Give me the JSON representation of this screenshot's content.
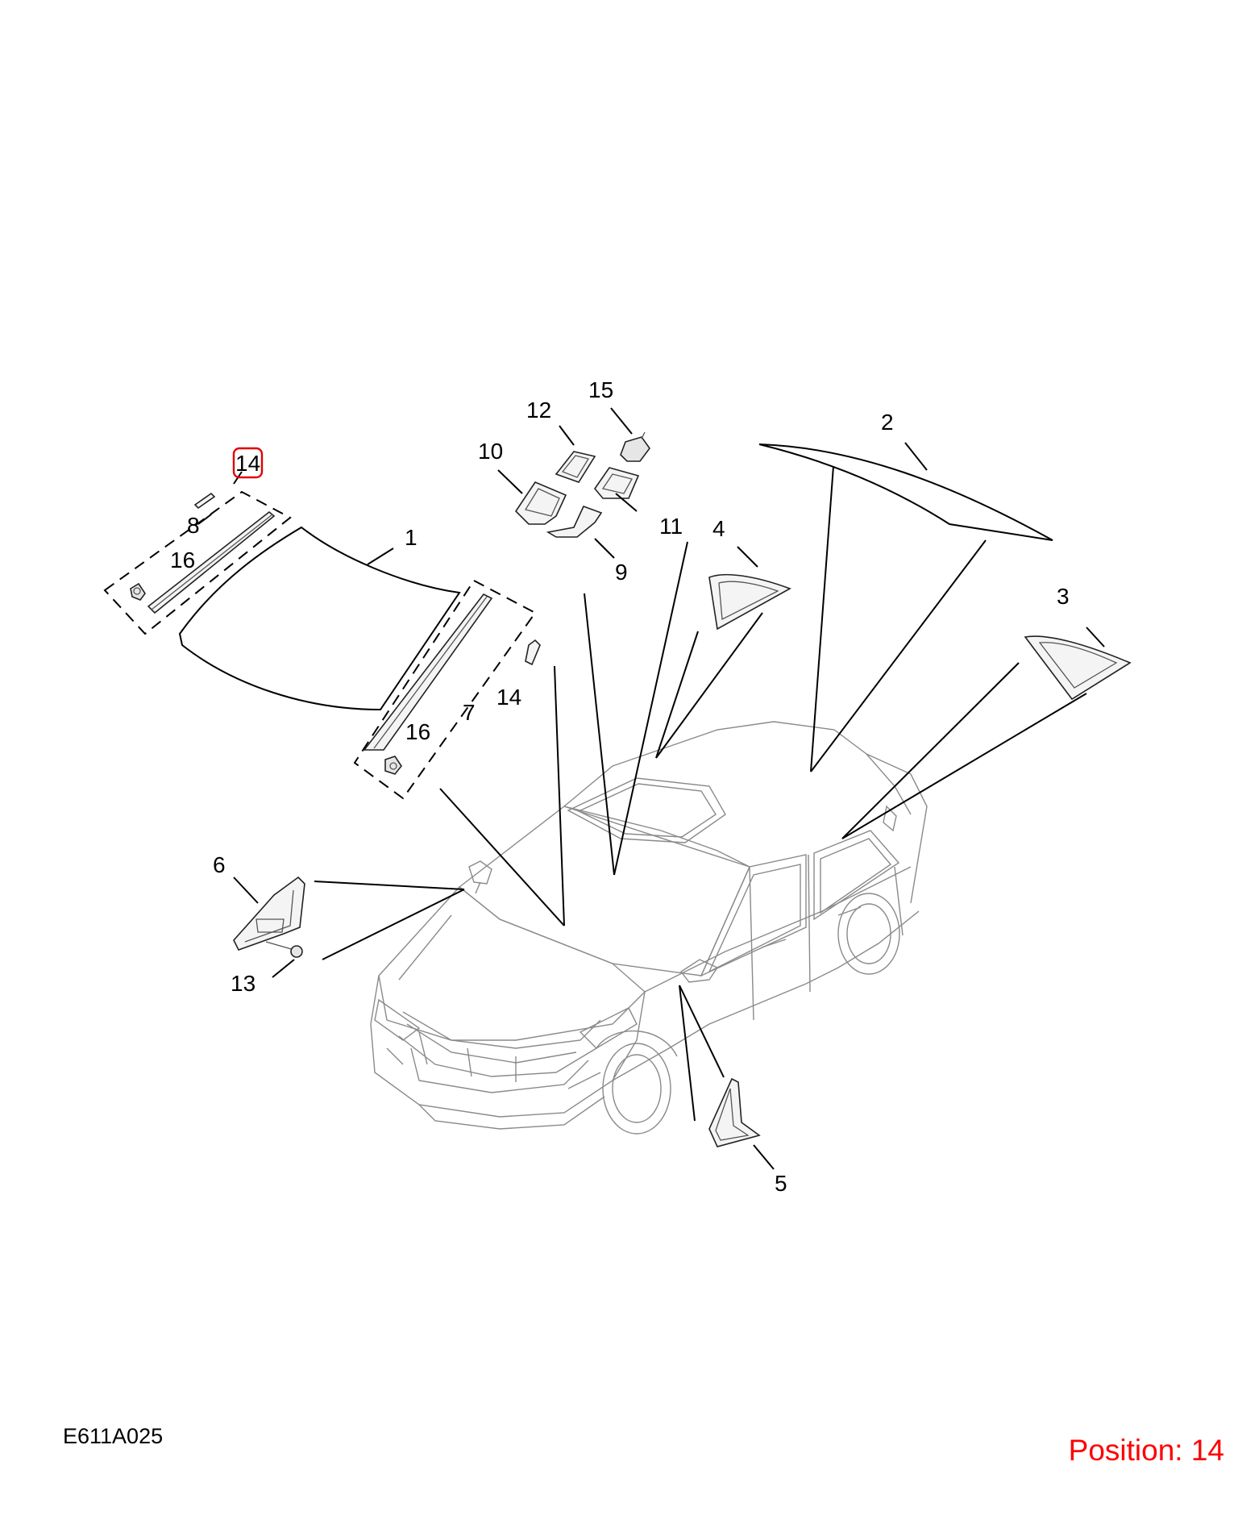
{
  "diagram": {
    "drawing_code": "E611A025",
    "position_label": "Position: 14",
    "highlight_color": "#e00000",
    "position_text_color": "#ff0000",
    "callouts": [
      {
        "id": "c1",
        "label": "1"
      },
      {
        "id": "c2",
        "label": "2"
      },
      {
        "id": "c3",
        "label": "3"
      },
      {
        "id": "c4",
        "label": "4"
      },
      {
        "id": "c5",
        "label": "5"
      },
      {
        "id": "c6",
        "label": "6"
      },
      {
        "id": "c7",
        "label": "7"
      },
      {
        "id": "c8",
        "label": "8"
      },
      {
        "id": "c9",
        "label": "9"
      },
      {
        "id": "c10",
        "label": "10"
      },
      {
        "id": "c11",
        "label": "11"
      },
      {
        "id": "c12",
        "label": "12"
      },
      {
        "id": "c13",
        "label": "13"
      },
      {
        "id": "c14a",
        "label": "14",
        "highlighted": true
      },
      {
        "id": "c14b",
        "label": "14"
      },
      {
        "id": "c15",
        "label": "15"
      },
      {
        "id": "c16a",
        "label": "16"
      },
      {
        "id": "c16b",
        "label": "16"
      }
    ]
  }
}
